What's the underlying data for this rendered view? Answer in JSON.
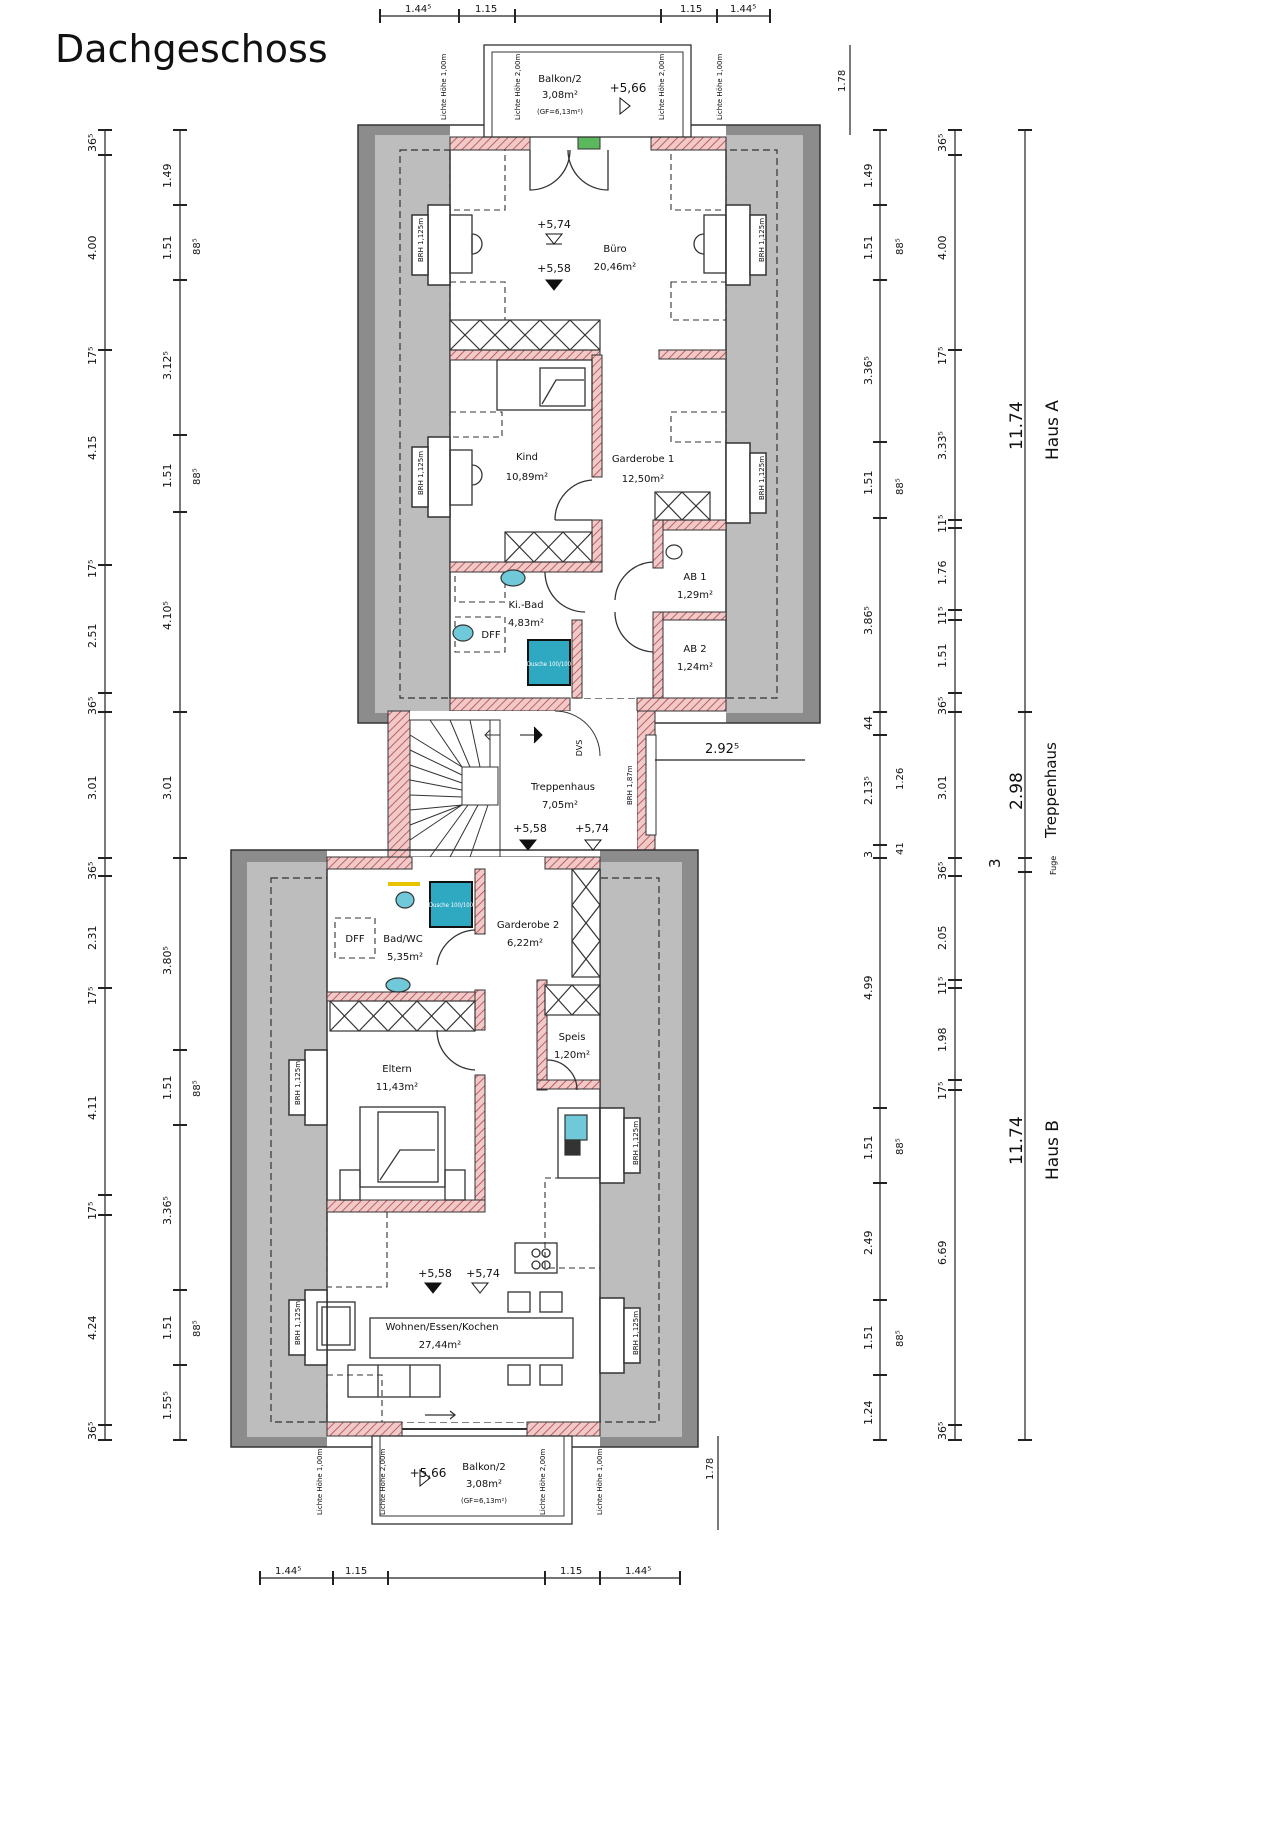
{
  "title": "Dachgeschoss",
  "rooms": {
    "balkon_top": {
      "name": "Balkon/2",
      "area": "3,08m²",
      "note": "(GF=6,13m²)",
      "level": "+5,66"
    },
    "buero": {
      "name": "Büro",
      "area": "20,46m²",
      "level_top": "+5,74",
      "level_bottom": "+5,58"
    },
    "kind": {
      "name": "Kind",
      "area": "10,89m²"
    },
    "garderobe1": {
      "name": "Garderobe 1",
      "area": "12,50m²"
    },
    "ab1": {
      "name": "AB 1",
      "area": "1,29m²"
    },
    "ab2": {
      "name": "AB 2",
      "area": "1,24m²"
    },
    "kibad": {
      "name": "Ki.-Bad",
      "area": "4,83m²",
      "dff": "DFF",
      "dusche": "Dusche 100/100"
    },
    "treppenhaus": {
      "name": "Treppenhaus",
      "area": "7,05m²",
      "level_left": "+5,58",
      "level_right": "+5,74",
      "dvs": "DVS"
    },
    "garderobe2": {
      "name": "Garderobe 2",
      "area": "6,22m²"
    },
    "badwc": {
      "name": "Bad/WC",
      "area": "5,35m²",
      "dff": "DFF",
      "dusche": "Dusche 100/100"
    },
    "speis": {
      "name": "Speis",
      "area": "1,20m²"
    },
    "eltern": {
      "name": "Eltern",
      "area": "11,43m²"
    },
    "wohnen": {
      "name": "Wohnen/Essen/Kochen",
      "area": "27,44m²",
      "level_left": "+5,58",
      "level_right": "+5,74"
    },
    "balkon_bottom": {
      "name": "Balkon/2",
      "area": "3,08m²",
      "note": "(GF=6,13m²)",
      "level": "+5,66"
    }
  },
  "window_labels": {
    "brh": "BRH 1,125m",
    "brh_th": "BRH 1,87m",
    "lichte_a": "Lichte Höhe 1,00m",
    "lichte_b": "Lichte Höhe 2,00m"
  },
  "dims_top": [
    "1.44⁵",
    "1.15",
    "1.15",
    "1.44⁵"
  ],
  "dims_bottom": [
    "1.44⁵",
    "1.15",
    "1.15",
    "1.44⁵"
  ],
  "dim_balkon": "1.78",
  "dim_292": "2.92⁵",
  "left_outer": [
    "36⁵",
    "4.00",
    "17⁵",
    "4.15",
    "17⁵",
    "2.51",
    "36⁵",
    "3.01",
    "36⁵",
    "2.31",
    "17⁵",
    "4.11",
    "17⁵",
    "4.24",
    "36⁵"
  ],
  "left_mid": [
    "1.49",
    "1.51",
    "3.12⁵",
    "1.51",
    "4.10⁵",
    "3.01",
    "3.80⁵",
    "1.51",
    "3.36⁵",
    "1.51",
    "1.55⁵"
  ],
  "left_sill": [
    "88⁵",
    "88⁵",
    "88⁵",
    "88⁵"
  ],
  "right_inner": [
    "1.49",
    "1.51",
    "3.36⁵",
    "1.51",
    "3.86⁵",
    "44",
    "2.13⁵",
    "3",
    "4.99",
    "1.51",
    "2.49",
    "1.51",
    "1.24"
  ],
  "right_sill": [
    "88⁵",
    "88⁵",
    "88⁵",
    "88⁵"
  ],
  "right_small": [
    "1.26",
    "41"
  ],
  "right_outer": [
    "36⁵",
    "4.00",
    "17⁵",
    "3.33⁵",
    "11⁵",
    "1.76",
    "11⁵",
    "1.51",
    "36⁵",
    "3.01",
    "36⁵",
    "2.05",
    "11⁵",
    "1.98",
    "17⁵",
    "6.69",
    "36⁵"
  ],
  "totals": {
    "haus_a_len": "11.74",
    "haus_a": "Haus A",
    "th_3": "3",
    "th_len": "2.98",
    "th": "Treppenhaus",
    "fuge": "Fuge",
    "haus_b_len": "11.74",
    "haus_b": "Haus B"
  }
}
